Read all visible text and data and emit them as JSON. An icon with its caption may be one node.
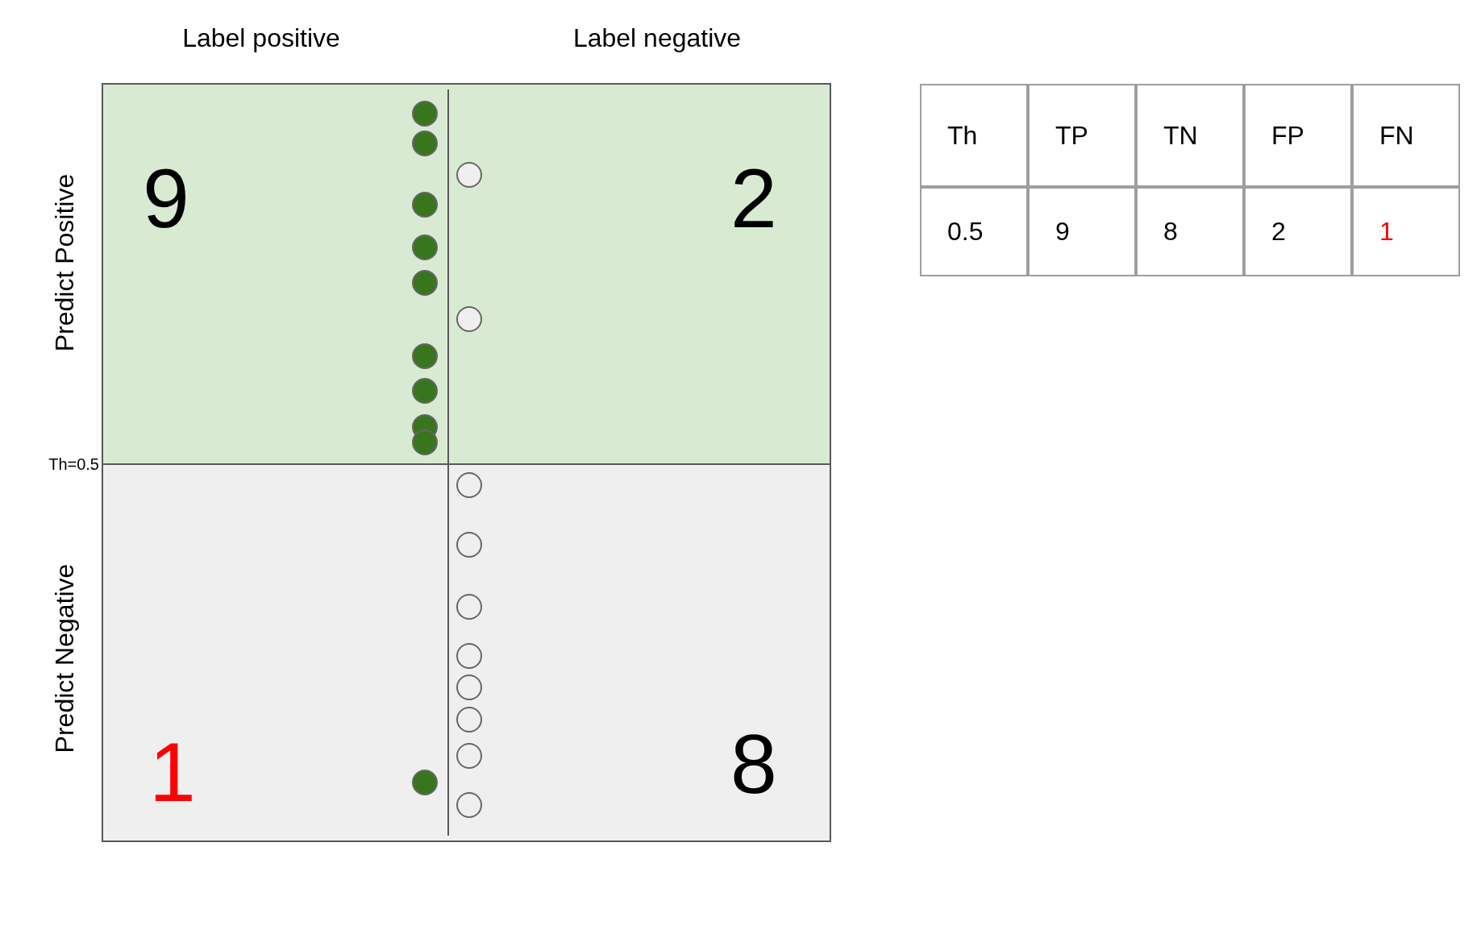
{
  "diagram": {
    "nodes": [
      {
        "text": [
          "9"
        ]
      },
      {
        "text": [
          "2"
        ]
      },
      {
        "text": [
          "1"
        ]
      },
      {
        "text": [
          "8"
        ]
      }
    ],
    "edges": [],
    "labels": [
      "Label positive",
      "Label negative",
      "Predict Positive",
      "Predict Negative",
      "Th=0.5",
      "Th",
      "TP",
      "TN",
      "FP",
      "FN",
      "0.5",
      "9",
      "8",
      "2",
      "1"
    ]
  }
}
